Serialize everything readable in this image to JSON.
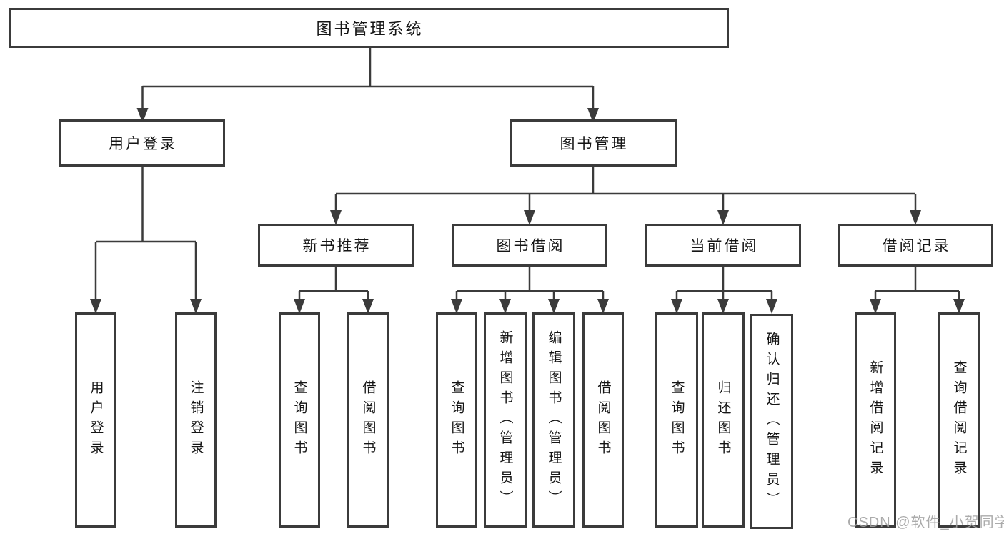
{
  "diagram_title": "图书管理系统",
  "hierarchy": {
    "label": "图书管理系统",
    "children": [
      {
        "label": "用户登录",
        "children": [
          {
            "label": "用户登录"
          },
          {
            "label": "注销登录"
          }
        ]
      },
      {
        "label": "图书管理",
        "children": [
          {
            "label": "新书推荐",
            "children": [
              {
                "label": "查询图书"
              },
              {
                "label": "借阅图书"
              }
            ]
          },
          {
            "label": "图书借阅",
            "children": [
              {
                "label": "查询图书"
              },
              {
                "label": "新增图书（管理员）"
              },
              {
                "label": "编辑图书（管理员）"
              },
              {
                "label": "借阅图书"
              }
            ]
          },
          {
            "label": "当前借阅",
            "children": [
              {
                "label": "查询图书"
              },
              {
                "label": "归还图书"
              },
              {
                "label": "确认归还（管理员）"
              }
            ]
          },
          {
            "label": "借阅记录",
            "children": [
              {
                "label": "新增借阅记录"
              },
              {
                "label": "查询借阅记录"
              }
            ]
          }
        ]
      }
    ]
  },
  "watermark": "CSDN @软件_小贺同学",
  "colors": {
    "line": "#3b3b3b",
    "text": "#151515",
    "background": "#ffffff",
    "watermark": "#a0a0a0"
  }
}
